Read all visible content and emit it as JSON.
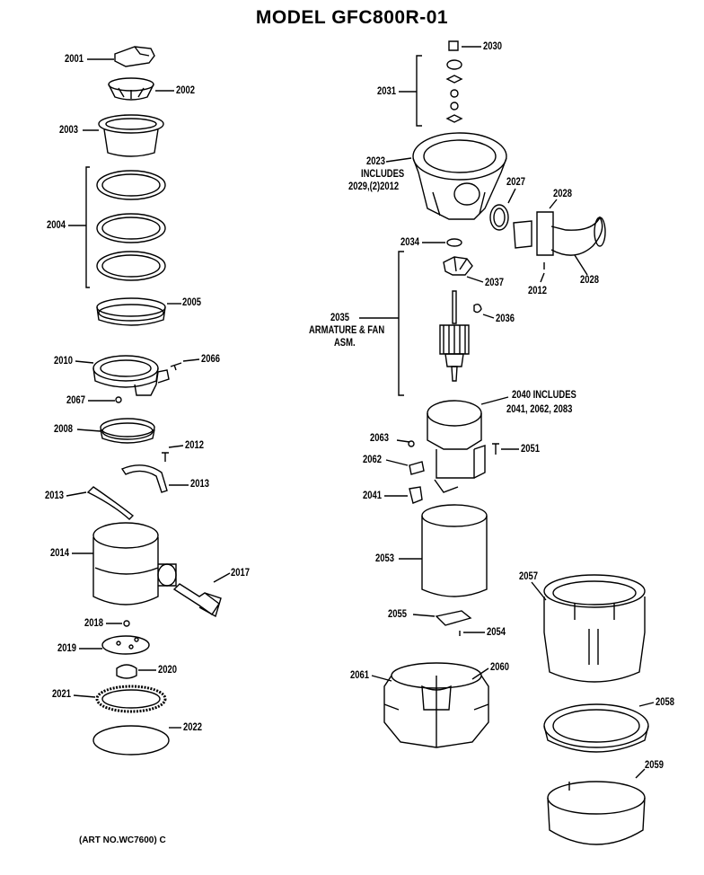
{
  "title": "MODEL GFC800R-01",
  "footer": "(ART NO.WC7600) C",
  "parts": {
    "p2001": "2001",
    "p2002": "2002",
    "p2003": "2003",
    "p2004": "2004",
    "p2005": "2005",
    "p2010": "2010",
    "p2066": "2066",
    "p2067": "2067",
    "p2008": "2008",
    "p2012a": "2012",
    "p2013a": "2013",
    "p2013b": "2013",
    "p2014": "2014",
    "p2017": "2017",
    "p2018": "2018",
    "p2019": "2019",
    "p2020": "2020",
    "p2021": "2021",
    "p2022": "2022",
    "p2030": "2030",
    "p2031": "2031",
    "p2023": "2023",
    "p2023inc": "INCLUDES",
    "p2023sub": "2029,(2)2012",
    "p2027": "2027",
    "p2028a": "2028",
    "p2028b": "2028",
    "p2012b": "2012",
    "p2034": "2034",
    "p2037": "2037",
    "p2035": "2035",
    "p2035a": "ARMATURE & FAN",
    "p2035b": "ASM.",
    "p2036": "2036",
    "p2040": "2040 INCLUDES",
    "p2040sub": "2041, 2062, 2083",
    "p2063": "2063",
    "p2062": "2062",
    "p2051": "2051",
    "p2041": "2041",
    "p2053": "2053",
    "p2055": "2055",
    "p2054": "2054",
    "p2057": "2057",
    "p2061": "2061",
    "p2060": "2060",
    "p2058": "2058",
    "p2059": "2059"
  }
}
